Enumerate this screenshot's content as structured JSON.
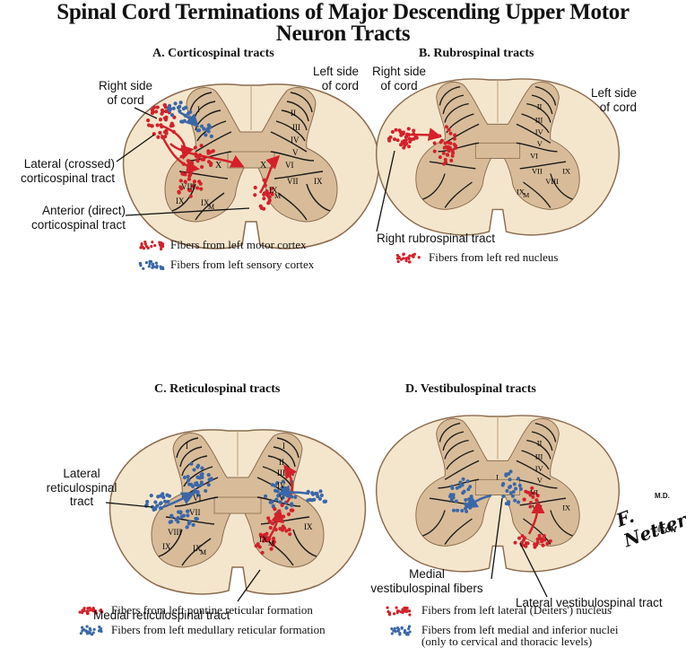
{
  "title": {
    "line1": "Spinal Cord Terminations of Major Descending Upper Motor",
    "line2": "Neuron Tracts"
  },
  "panels": {
    "a": {
      "title": "A. Corticospinal tracts",
      "labels": {
        "right_side": [
          "Right side",
          "of cord"
        ],
        "left_side": [
          "Left side",
          "of cord"
        ],
        "lateral_tract": [
          "Lateral (crossed)",
          "corticospinal tract"
        ],
        "anterior_tract": [
          "Anterior (direct)",
          "corticospinal tract"
        ]
      },
      "legend": [
        "Fibers from left motor cortex",
        "Fibers from left sensory cortex"
      ]
    },
    "b": {
      "title": "B. Rubrospinal tracts",
      "labels": {
        "right_side": [
          "Right side",
          "of cord"
        ],
        "left_side": [
          "Left side",
          "of cord"
        ],
        "tract": "Right rubrospinal tract"
      },
      "legend": [
        "Fibers from left red nucleus"
      ]
    },
    "c": {
      "title": "C. Reticulospinal tracts",
      "labels": {
        "lateral_tract": [
          "Lateral",
          "reticulospinal",
          "tract"
        ],
        "medial_tract": "Medial reticulospinal tract"
      },
      "legend": [
        "Fibers from left pontine reticular formation",
        "Fibers from left medullary reticular formation"
      ]
    },
    "d": {
      "title": "D. Vestibulospinal tracts",
      "labels": {
        "medial_fibers": [
          "Medial",
          "vestibulospinal fibers"
        ],
        "lateral_tract": "Lateral vestibulospinal tract"
      },
      "legend": [
        "Fibers from left lateral (Deiters') nucleus",
        "Fibers from left medial and inferior nuclei",
        "(only to cervical and thoracic levels)"
      ]
    }
  },
  "laminae": {
    "l1": "I",
    "l2": "II",
    "l3": "III",
    "l4": "IV",
    "l5": "V",
    "l6": "VI",
    "l7": "VII",
    "l8": "VIII",
    "l9": "IX",
    "l10": "X",
    "m": "M"
  },
  "signature": {
    "name": "F. Netter",
    "suffix": "M.D.",
    "mark": "©ICON"
  },
  "colors": {
    "cord_white": "#f4e6cc",
    "gray_matter": "#d8bc99",
    "outline": "#8a6b4e",
    "red_fibers": "#d4202a",
    "blue_fibers": "#3a67a8",
    "lamina_lines": "#1a1a1a"
  }
}
